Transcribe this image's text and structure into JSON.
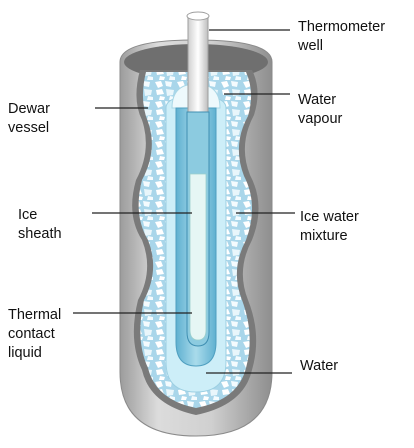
{
  "labels": {
    "thermometer_well": "Thermometer\nwell",
    "dewar_vessel": "Dewar\nvessel",
    "water_vapour": "Water\nvapour",
    "ice_sheath": "Ice\nsheath",
    "ice_water_mixture": "Ice water\nmixture",
    "thermal_contact_liquid": "Thermal\ncontact\nliquid",
    "water": "Water"
  },
  "colors": {
    "dewar_outer": "#c8c8c8",
    "dewar_inner": "#9a9a9a",
    "ice_fill": "#bfe0ee",
    "ice_chunk": "#ffffff",
    "water": "#cfeef7",
    "well_tube": "#7fc3dc",
    "thermal_liquid": "#e6f6f4",
    "vapour": "#eef9fc",
    "leader": "#222222"
  }
}
